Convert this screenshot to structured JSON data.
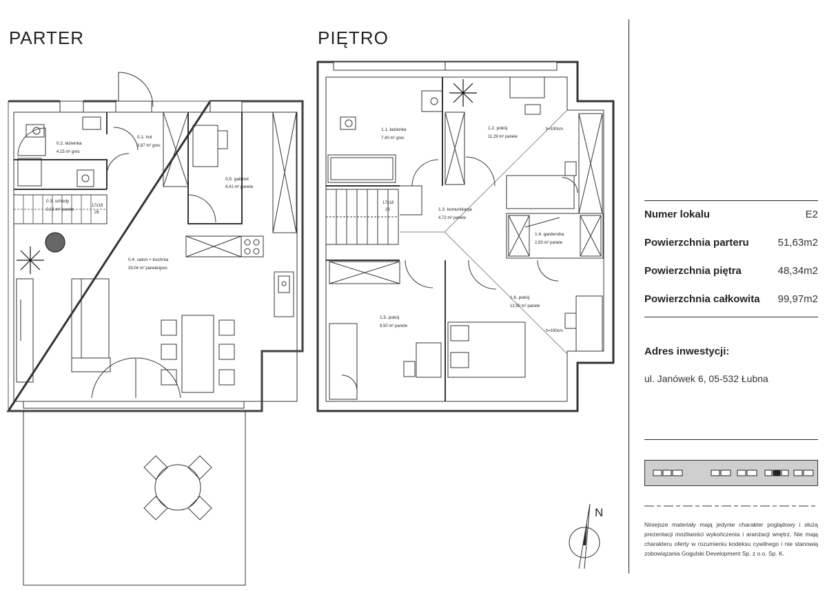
{
  "floors": {
    "ground_title": "PARTER",
    "upper_title": "PIĘTRO"
  },
  "rooms_ground": [
    {
      "name": "0.1. hol",
      "area": "3,87 m² gres"
    },
    {
      "name": "0.2. łazienka",
      "area": "4,15 m² gres"
    },
    {
      "name": "0.3. schody",
      "area": "2,16 m² panele"
    },
    {
      "name": "0.4. salon + kuchnia",
      "area": "33,04 m² panele/gres"
    },
    {
      "name": "0.5. gabinet",
      "area": "8,41 m² panele"
    }
  ],
  "rooms_upper": [
    {
      "name": "1.1. łazienka",
      "area": "7,40 m² gres"
    },
    {
      "name": "1.2. pokój",
      "area": "11,29 m² panele"
    },
    {
      "name": "1.3. komunikacja",
      "area": "4,72 m² panele"
    },
    {
      "name": "1.4. garderoba",
      "area": "2,93 m² panele"
    },
    {
      "name": "1.5. pokój",
      "area": "9,50 m² panele"
    },
    {
      "name": "1.6. pokój",
      "area": "12,50 m² panele"
    }
  ],
  "stairs_label": {
    "ratio": "17x18",
    "count": "26"
  },
  "height_mark": "h=190cm",
  "compass_label": "N",
  "info": {
    "rows": [
      {
        "label": "Numer lokalu",
        "value": "E2"
      },
      {
        "label": "Powierzchnia parteru",
        "value": "51,63m2"
      },
      {
        "label": "Powierzchnia piętra",
        "value": "48,34m2"
      },
      {
        "label": "Powierzchnia całkowita",
        "value": "99,97m2"
      }
    ],
    "address_heading": "Adres inwestycji:",
    "address": "ul. Janówek 6, 05-532 Łubna",
    "disclaimer": "Niniejsze materiały mają jedynie charakter poglądowy i służą prezentacji możliwości wykończenia i aranżacji wnętrz. Nie mają charakteru oferty w rozumieniu kodeksu cywilnego i nie stanowią zobowiązania Gogulski Development Sp. z o.o. Sp. K."
  }
}
